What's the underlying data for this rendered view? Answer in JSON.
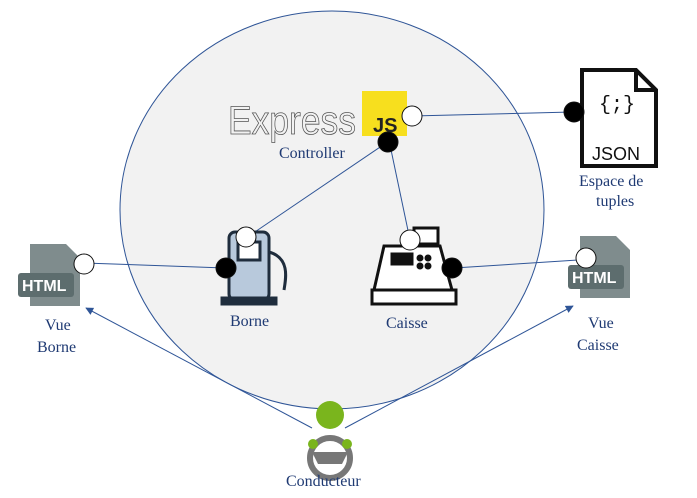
{
  "nodes": {
    "express_logo_text": "Express",
    "express_logo_badge": "JS",
    "controller": "Controller",
    "json_icon_top": "{;}",
    "json_icon_bottom": "JSON",
    "espace_line1": "Espace de",
    "espace_line2": "tuples",
    "borne": "Borne",
    "caisse": "Caisse",
    "vue_borne_line1": "Vue",
    "vue_borne_line2": "Borne",
    "vue_caisse_line1": "Vue",
    "vue_caisse_line2": "Caisse",
    "html_badge": "HTML",
    "conducteur": "Conducteur"
  },
  "colors": {
    "ellipse_fill": "#f2f2f2",
    "ellipse_stroke": "#2f5597",
    "line": "#2f5597",
    "label": "#1f3a73",
    "js_yellow": "#f7df1e",
    "html_gray": "#7f8c8d",
    "pump_blue": "#b8c9dc",
    "driver_green": "#7ab51d"
  },
  "icons": [
    "express-js-logo",
    "json-file-icon",
    "fuel-pump-icon",
    "cash-register-icon",
    "html-file-icon",
    "driver-steering-wheel-icon"
  ]
}
